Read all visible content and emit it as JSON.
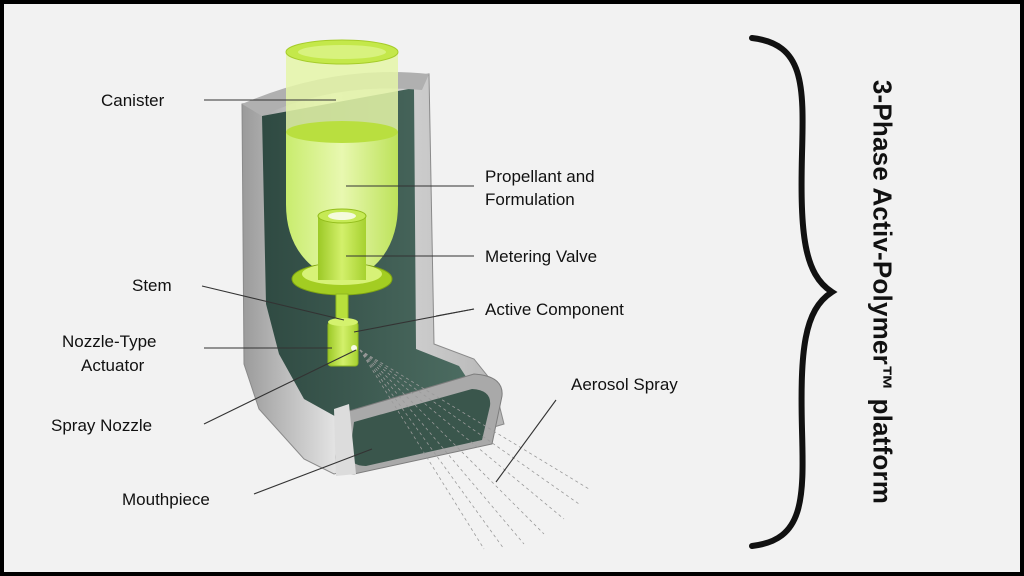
{
  "labels": {
    "canister": "Canister",
    "propellant_line1": "Propellant and",
    "propellant_line2": "Formulation",
    "metering_valve": "Metering Valve",
    "stem": "Stem",
    "active_component": "Active Component",
    "nozzle_actuator_line1": "Nozzle-Type",
    "nozzle_actuator_line2": "Actuator",
    "aerosol_spray": "Aerosol Spray",
    "spray_nozzle": "Spray Nozzle",
    "mouthpiece": "Mouthpiece"
  },
  "platform": {
    "title": "3-Phase Activ-Polymer™ platform"
  },
  "colors": {
    "background": "#f2f2f2",
    "frame": "#000000",
    "lime": "#b8e03c",
    "lime_light": "#dff29a",
    "housing_gray": "#c8c8c8",
    "housing_interior": "#3d5c52"
  }
}
